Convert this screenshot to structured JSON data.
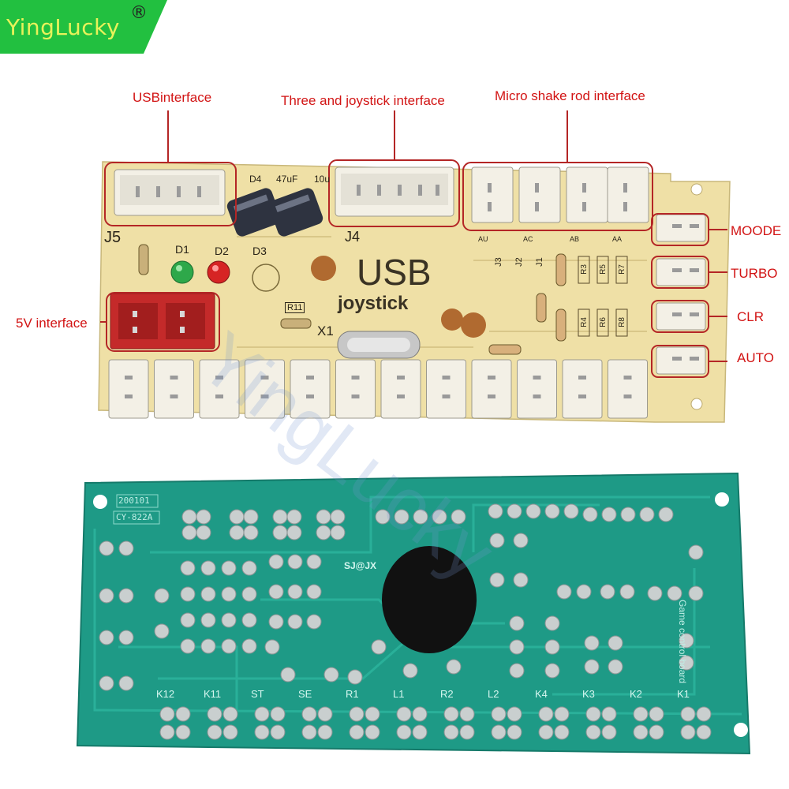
{
  "brand": {
    "name": "YingLucky",
    "registered_mark": "®",
    "watermark": "YingLucky"
  },
  "callouts": {
    "usb_interface": "USBinterface",
    "joystick_interface": "Three and joystick interface",
    "micro_shake_interface": "Micro shake rod interface",
    "five_volt_interface": "5V interface",
    "moode": "MOODE",
    "turbo": "TURBO",
    "clr": "CLR",
    "auto": "AUTO"
  },
  "front_board": {
    "title_line1": "USB",
    "title_line2": "joystick",
    "designators": {
      "j5": "J5",
      "j4": "J4",
      "d1": "D1",
      "d2": "D2",
      "d3": "D3",
      "d4": "D4",
      "x1": "X1",
      "r11": "R11",
      "cap_value": "47uF",
      "cap_value_2": "10u",
      "j3": "J3",
      "j2": "J2",
      "j1": "J1",
      "r3": "R3",
      "r5": "R5",
      "r7": "R7",
      "r4": "R4",
      "r6": "R6",
      "r8": "R8",
      "au": "AU",
      "ac": "AC",
      "ab": "AB",
      "aa": "AA"
    }
  },
  "back_board": {
    "date_code": "200101",
    "model": "CY-822A",
    "maker_mark": "SJ@JX",
    "side_text": "Game control board",
    "pin_labels": [
      "K12",
      "K11",
      "ST",
      "SE",
      "R1",
      "L1",
      "R2",
      "L2",
      "K4",
      "K3",
      "K2",
      "K1"
    ]
  },
  "colors": {
    "label_red": "#d21414",
    "callout_border": "#b42626",
    "front_pcb": "#efe0a6",
    "back_pcb": "#1e9a86",
    "logo_green": "#22c040",
    "logo_text": "#e8f25a"
  }
}
